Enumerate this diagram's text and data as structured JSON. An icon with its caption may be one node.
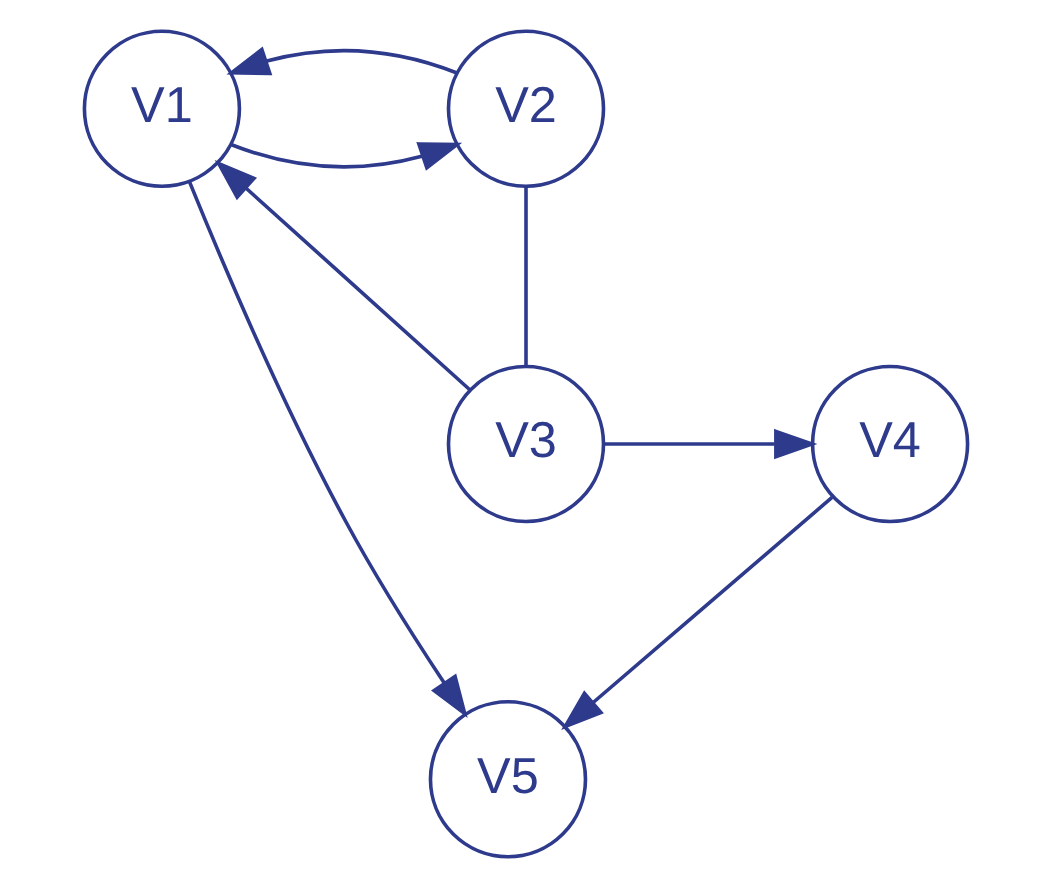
{
  "diagram": {
    "nodes": [
      {
        "text": [
          "V1"
        ]
      },
      {
        "text": [
          "V2"
        ]
      },
      {
        "text": [
          "V3"
        ]
      },
      {
        "text": [
          "V4"
        ]
      },
      {
        "text": [
          "V5"
        ]
      }
    ],
    "edges": [
      {
        "from": 0,
        "to": 1,
        "arrow": "to"
      },
      {
        "from": 1,
        "to": 0,
        "arrow": "to"
      },
      {
        "from": 2,
        "to": 0,
        "arrow": "to"
      },
      {
        "from": 1,
        "to": 2,
        "arrow": "none"
      },
      {
        "from": 2,
        "to": 3,
        "arrow": "to"
      },
      {
        "from": 0,
        "to": 4,
        "arrow": "to"
      },
      {
        "from": 3,
        "to": 4,
        "arrow": "to"
      }
    ]
  }
}
